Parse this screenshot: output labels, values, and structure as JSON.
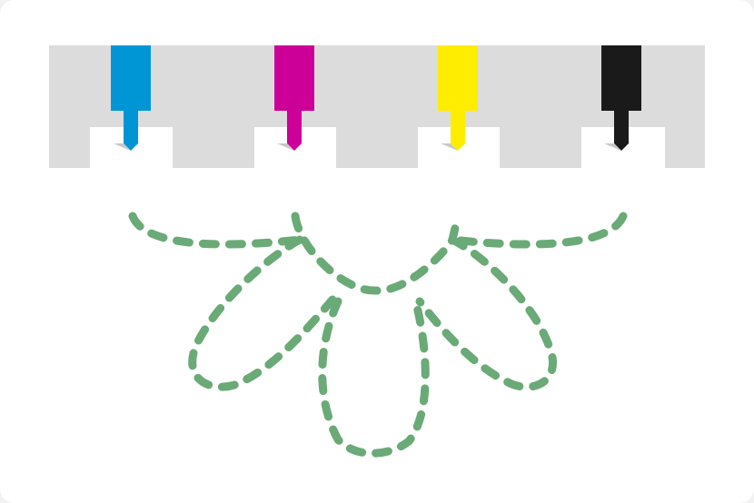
{
  "printhead": {
    "nozzles": [
      {
        "ink": "cyan",
        "color": "#0096d6"
      },
      {
        "ink": "magenta",
        "color": "#cc0099"
      },
      {
        "ink": "yellow",
        "color": "#ffed00"
      },
      {
        "ink": "black",
        "color": "#1a1a1a"
      }
    ],
    "rail_color": "#dcdcdc"
  },
  "path": {
    "style": "dashed",
    "color": "#6aaa77"
  }
}
